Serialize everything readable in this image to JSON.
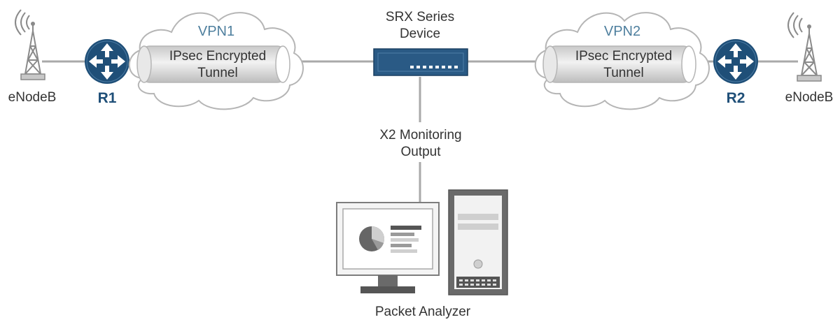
{
  "labels": {
    "enodeb_left": "eNodeB",
    "enodeb_right": "eNodeB",
    "router_left": "R1",
    "router_right": "R2",
    "vpn_left": "VPN1",
    "vpn_right": "VPN2",
    "tunnel_left_line1": "IPsec Encrypted",
    "tunnel_left_line2": "Tunnel",
    "tunnel_right_line1": "IPsec Encrypted",
    "tunnel_right_line2": "Tunnel",
    "srx_line1": "SRX Series",
    "srx_line2": "Device",
    "monitor_line1": "X2 Monitoring",
    "monitor_line2": "Output",
    "analyzer": "Packet Analyzer"
  },
  "icons": {
    "tower": "cell-tower-icon",
    "router": "router-icon",
    "cloud": "cloud-icon",
    "firewall": "firewall-device-icon",
    "computer": "computer-icon"
  },
  "colors": {
    "router_fill": "#1f4f78",
    "device_fill": "#2a5a85",
    "cloud_text": "#4e7f9e",
    "line": "#a9a9a9",
    "tunnel": "#d6d6d6"
  }
}
